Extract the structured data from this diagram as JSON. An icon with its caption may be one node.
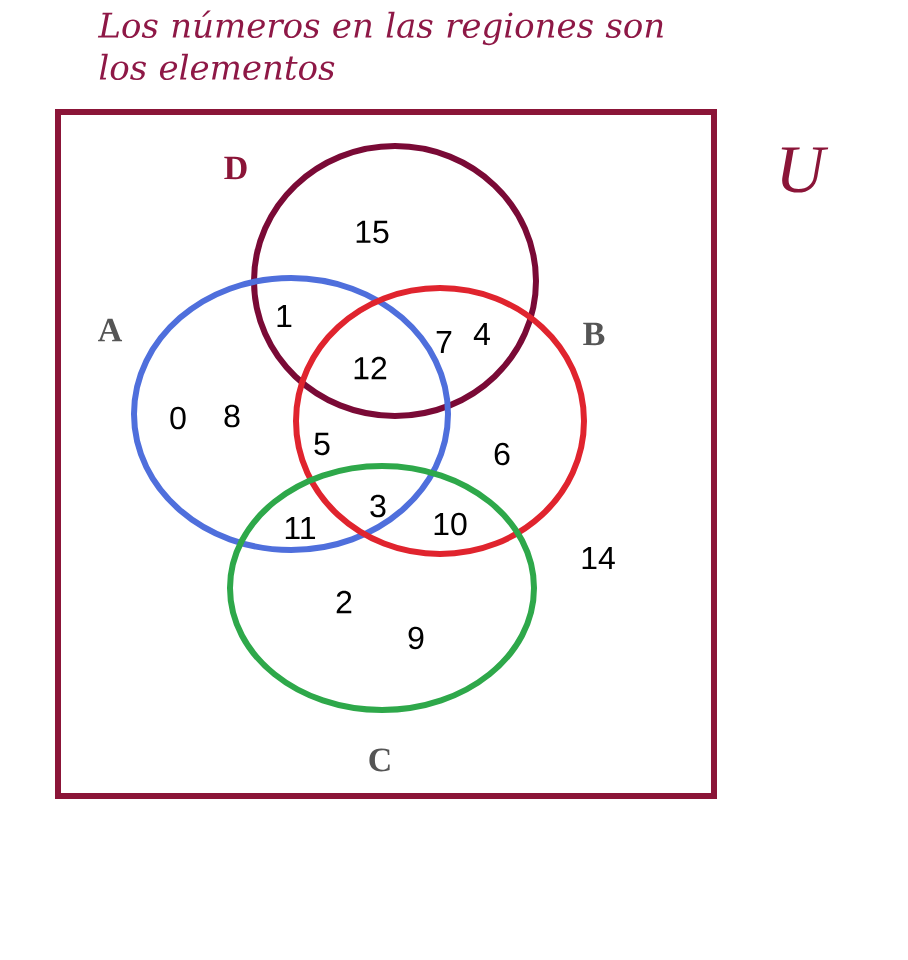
{
  "diagram": {
    "title": "Los números en las regiones son los elementos",
    "nodes": [
      {
        "text": [
          "U"
        ]
      },
      {
        "text": [
          "D"
        ],
        "in": 0
      },
      {
        "text": [
          "A"
        ],
        "in": 0
      },
      {
        "text": [
          "B"
        ],
        "in": 0
      },
      {
        "text": [
          "C"
        ],
        "in": 0
      }
    ],
    "labels": [
      "15",
      "1",
      "4",
      "7",
      "12",
      "0",
      "8",
      "5",
      "6",
      "3",
      "10",
      "11",
      "14",
      "2",
      "9"
    ]
  }
}
